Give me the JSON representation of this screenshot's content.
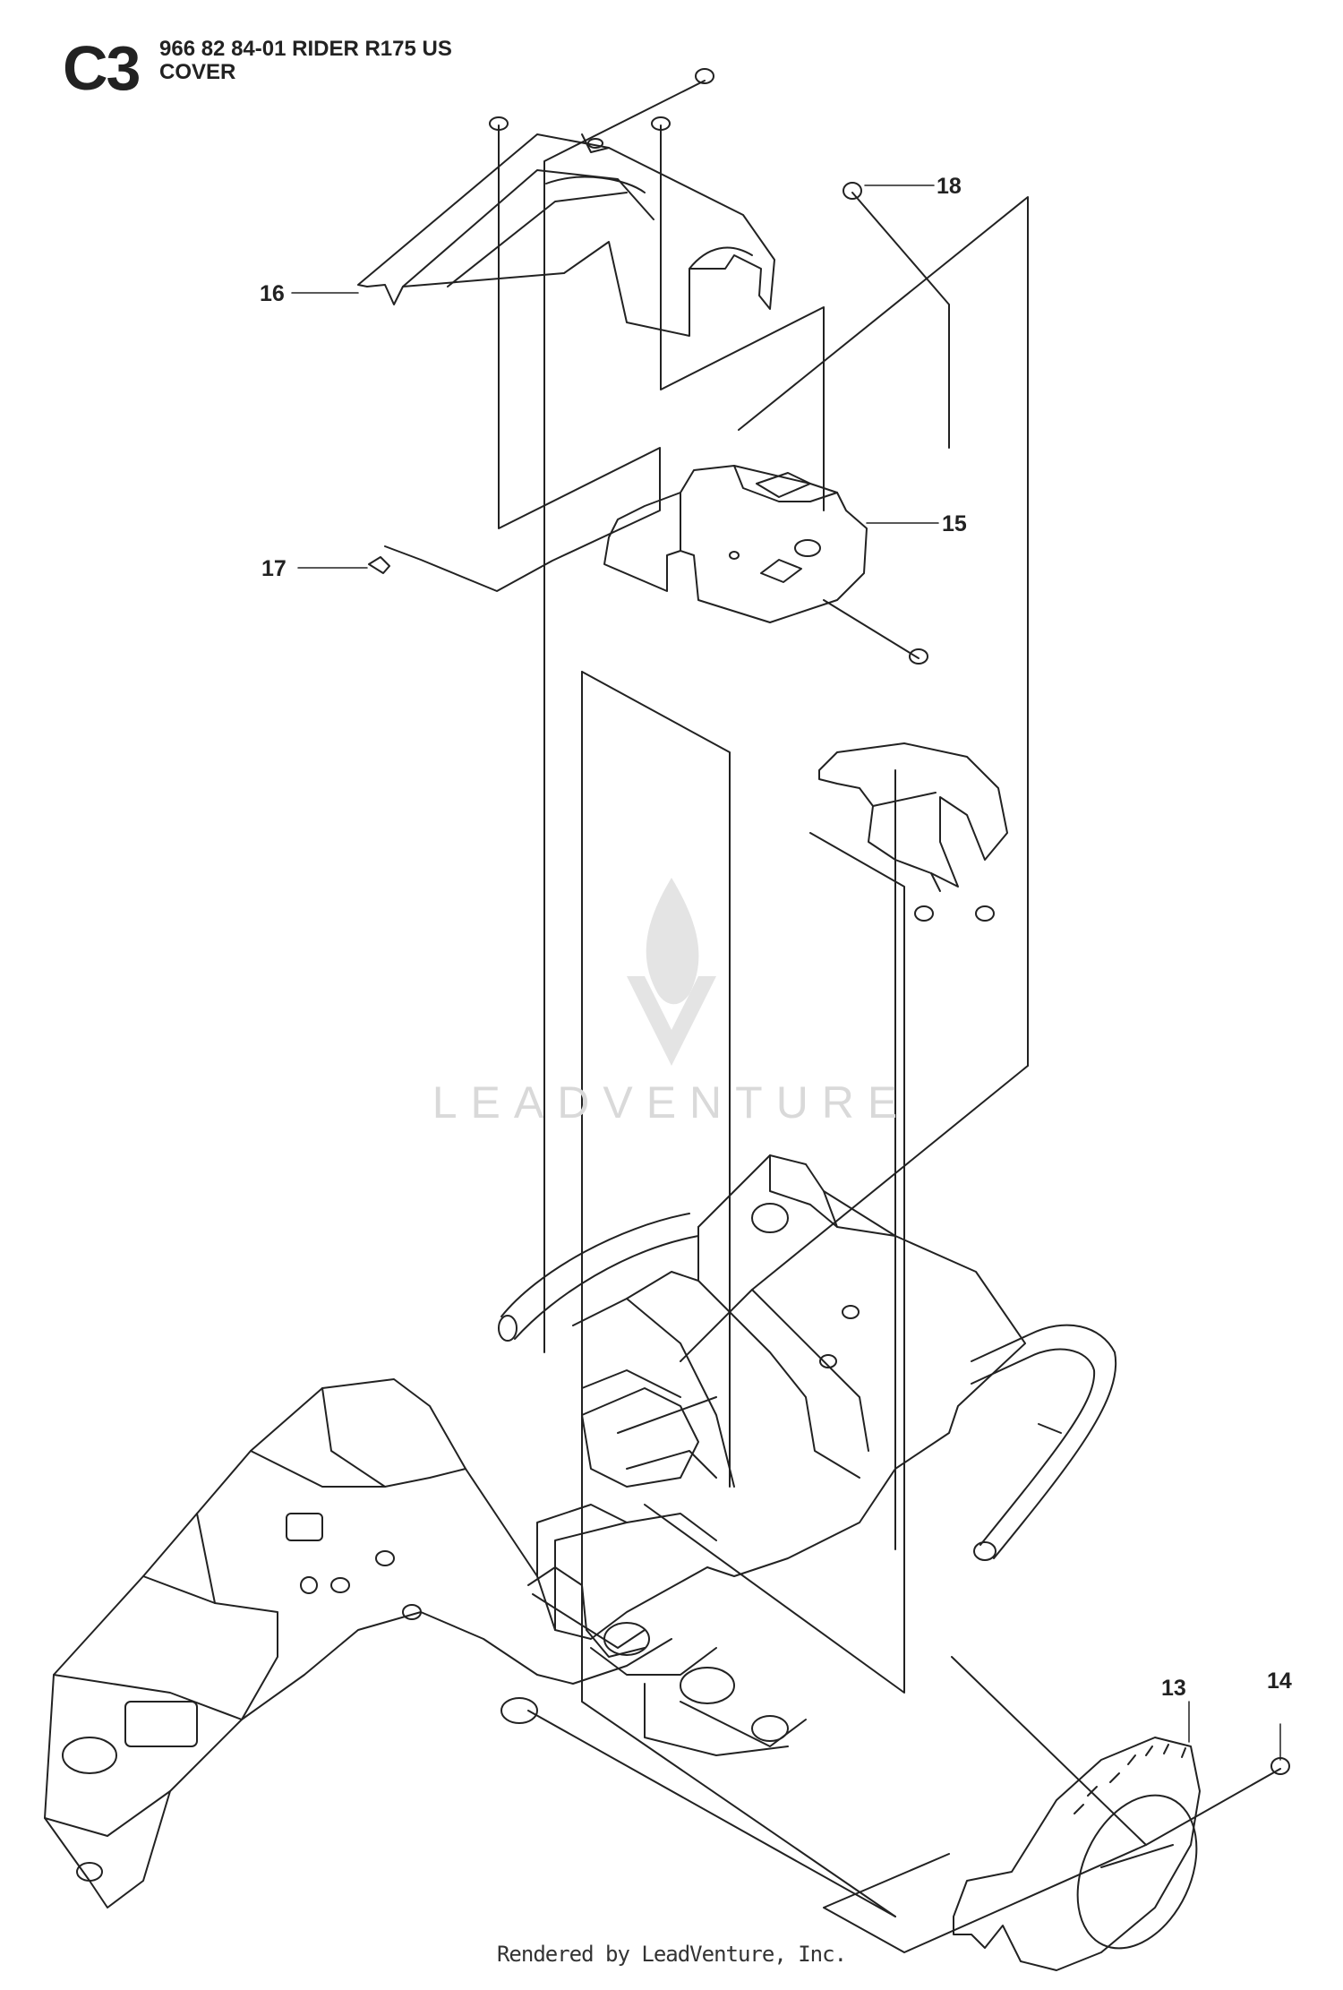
{
  "header": {
    "code": "C3",
    "model": "966 82 84-01 RIDER R175 US",
    "section": "COVER"
  },
  "callouts": [
    {
      "id": "13",
      "label": "13"
    },
    {
      "id": "14",
      "label": "14"
    },
    {
      "id": "15",
      "label": "15"
    },
    {
      "id": "16",
      "label": "16"
    },
    {
      "id": "17",
      "label": "17"
    },
    {
      "id": "18",
      "label": "18"
    }
  ],
  "watermark": {
    "text": "LEADVENTURE"
  },
  "footer": {
    "text": "Rendered by LeadVenture, Inc."
  }
}
